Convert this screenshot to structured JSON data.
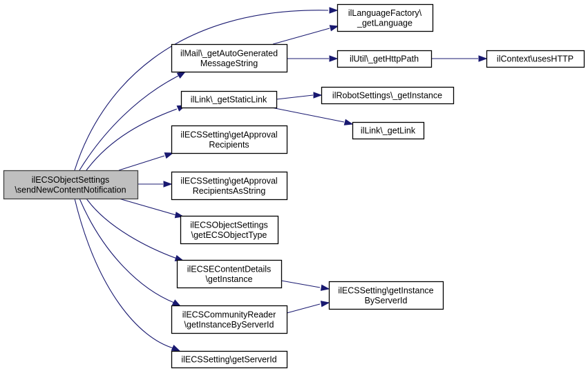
{
  "diagram": {
    "type": "call-graph",
    "root": "n0",
    "nodes": [
      {
        "id": "n0",
        "lines": [
          "ilECSObjectSettings",
          "\\sendNewContentNotification"
        ],
        "highlighted": true
      },
      {
        "id": "n1",
        "lines": [
          "ilLanguageFactory\\",
          "_getLanguage"
        ]
      },
      {
        "id": "n2",
        "lines": [
          "ilMail\\_getAutoGenerated",
          "MessageString"
        ]
      },
      {
        "id": "n3",
        "lines": [
          "ilUtil\\_getHttpPath"
        ]
      },
      {
        "id": "n4",
        "lines": [
          "ilContext\\usesHTTP"
        ]
      },
      {
        "id": "n5",
        "lines": [
          "ilLink\\_getStaticLink"
        ]
      },
      {
        "id": "n6",
        "lines": [
          "ilRobotSettings\\_getInstance"
        ]
      },
      {
        "id": "n7",
        "lines": [
          "ilLink\\_getLink"
        ]
      },
      {
        "id": "n8",
        "lines": [
          "ilECSSetting\\getApproval",
          "Recipients"
        ]
      },
      {
        "id": "n9",
        "lines": [
          "ilECSSetting\\getApproval",
          "RecipientsAsString"
        ]
      },
      {
        "id": "n10",
        "lines": [
          "ilECSObjectSettings",
          "\\getECSObjectType"
        ]
      },
      {
        "id": "n11",
        "lines": [
          "ilECSEContentDetails",
          "\\getInstance"
        ]
      },
      {
        "id": "n12",
        "lines": [
          "ilECSSetting\\getInstance",
          "ByServerId"
        ]
      },
      {
        "id": "n13",
        "lines": [
          "ilECSCommunityReader",
          "\\getInstanceByServerId"
        ]
      },
      {
        "id": "n14",
        "lines": [
          "ilECSSetting\\getServerId"
        ]
      }
    ],
    "edges": [
      {
        "from": "n0",
        "to": "n1"
      },
      {
        "from": "n0",
        "to": "n2"
      },
      {
        "from": "n0",
        "to": "n5"
      },
      {
        "from": "n0",
        "to": "n8"
      },
      {
        "from": "n0",
        "to": "n9"
      },
      {
        "from": "n0",
        "to": "n10"
      },
      {
        "from": "n0",
        "to": "n11"
      },
      {
        "from": "n0",
        "to": "n13"
      },
      {
        "from": "n0",
        "to": "n14"
      },
      {
        "from": "n2",
        "to": "n1"
      },
      {
        "from": "n2",
        "to": "n3"
      },
      {
        "from": "n3",
        "to": "n4"
      },
      {
        "from": "n5",
        "to": "n6"
      },
      {
        "from": "n5",
        "to": "n7"
      },
      {
        "from": "n11",
        "to": "n12"
      },
      {
        "from": "n13",
        "to": "n12"
      }
    ],
    "colors": {
      "edge": "#191970",
      "root_fill": "#bfbfbf",
      "node_fill": "#ffffff",
      "node_border": "#000000"
    }
  }
}
